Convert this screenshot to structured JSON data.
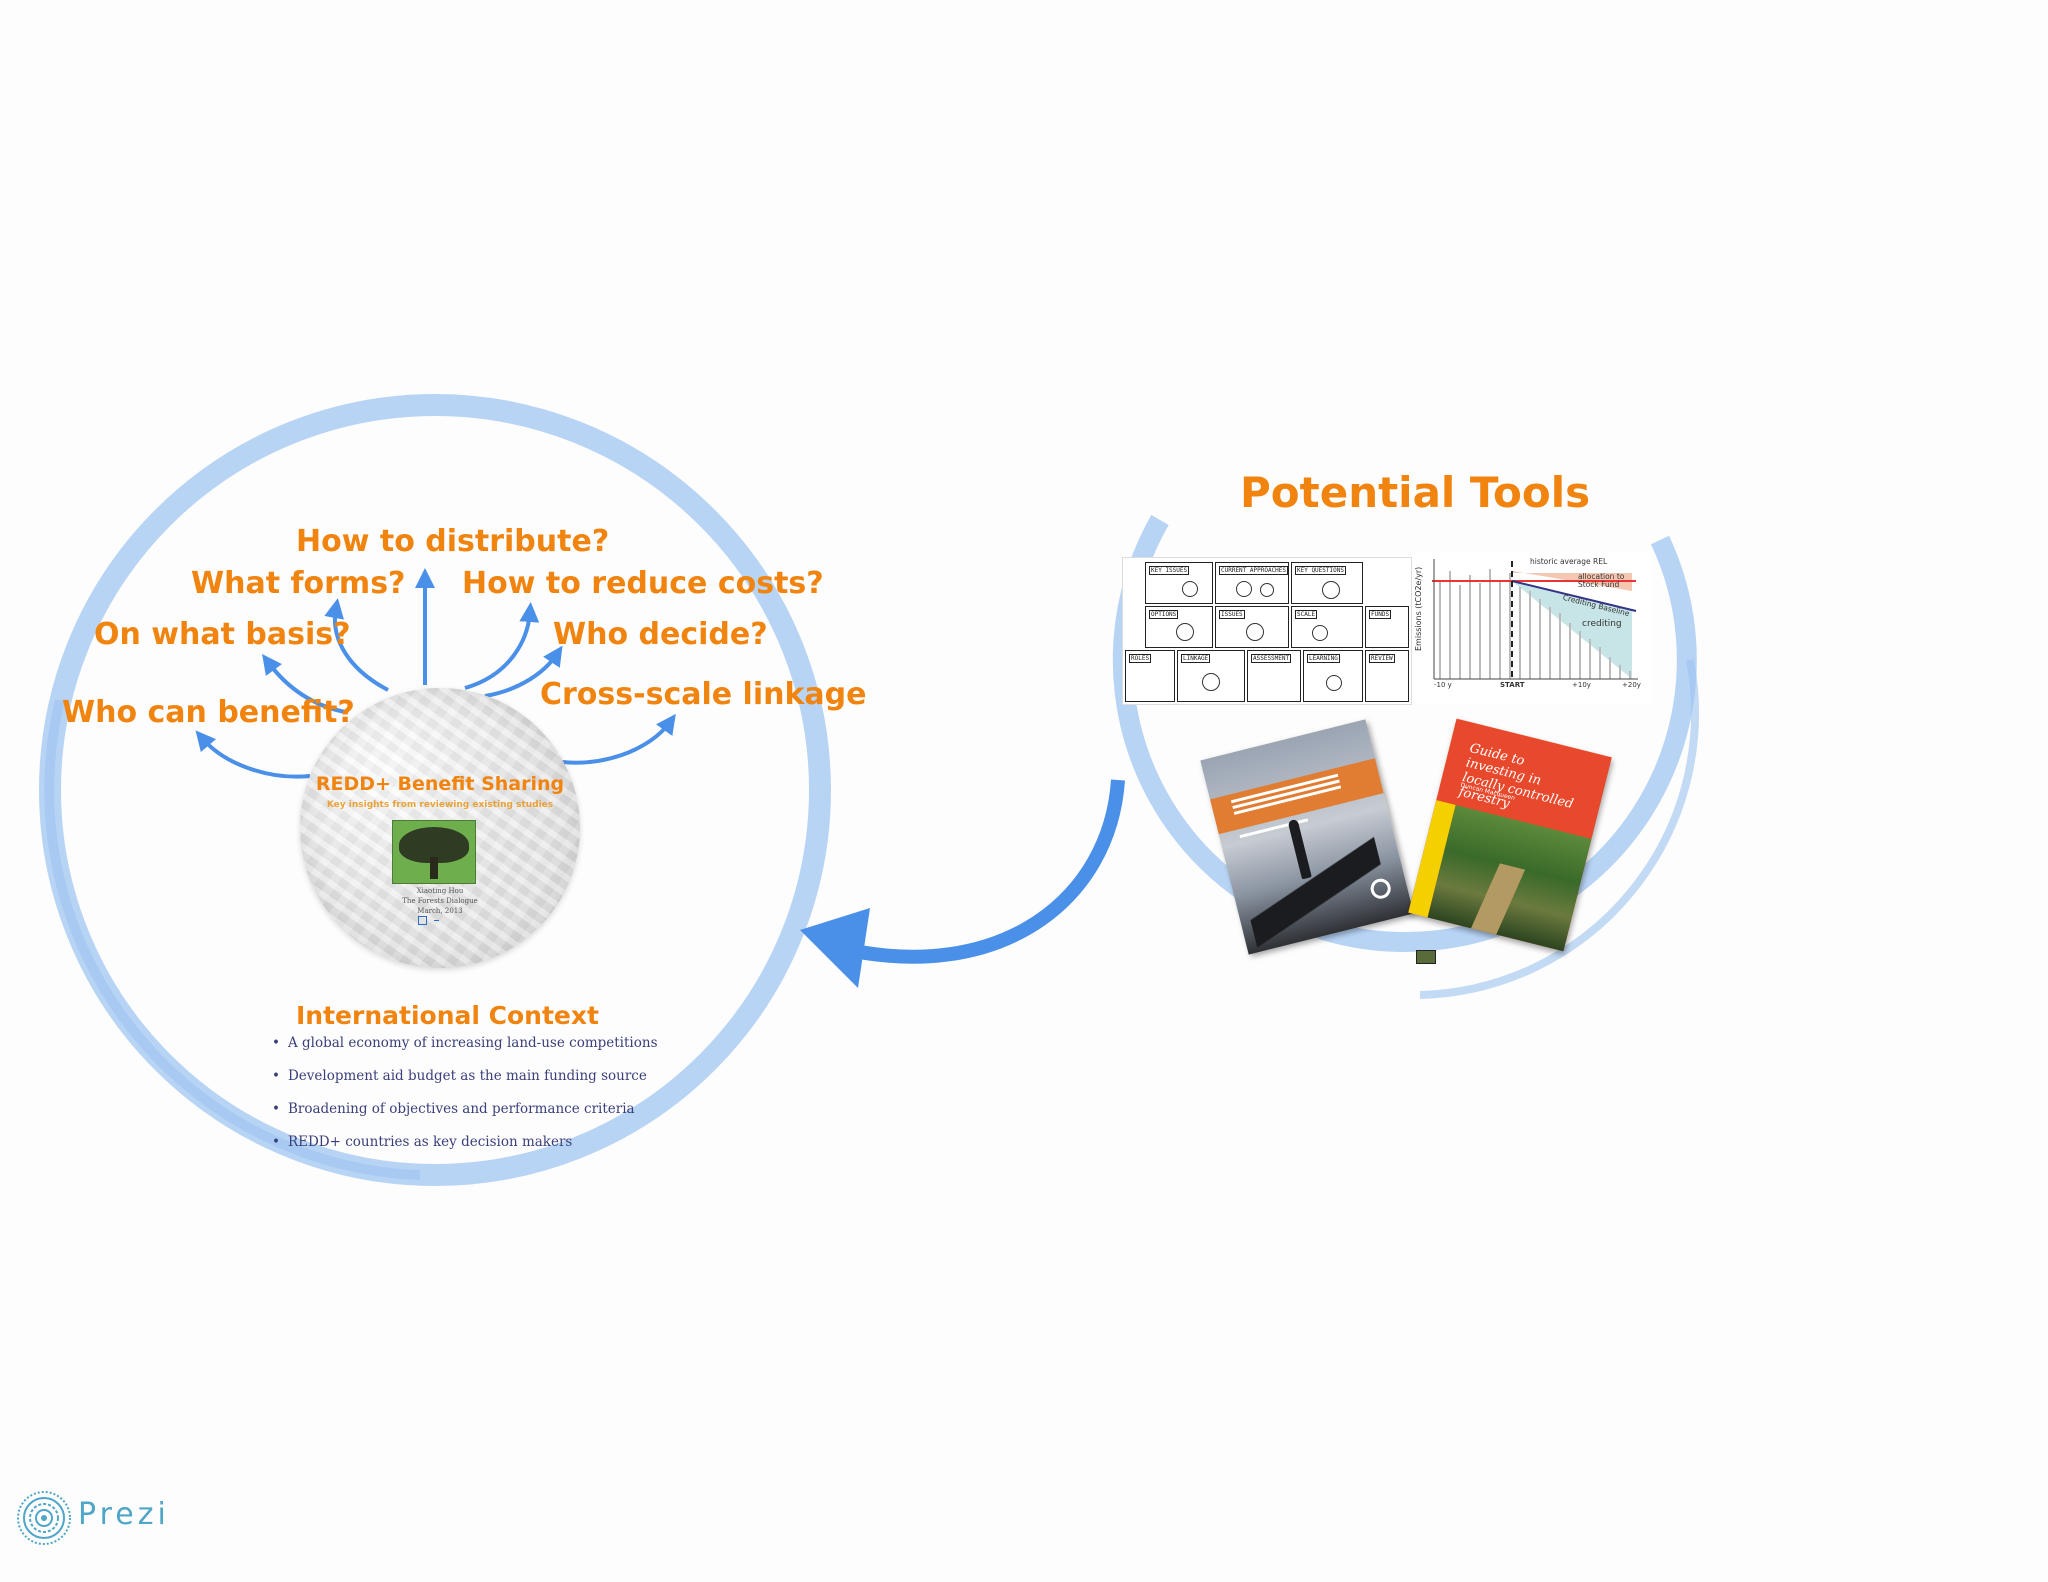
{
  "app": {
    "logo_text": "Prezi",
    "logo_icon": "prezi-logo-icon"
  },
  "colors": {
    "accent_orange": "#f0840f",
    "ring_blue": "#b8d4f5",
    "arrow_blue": "#4a90e8",
    "bullet_navy": "#3a3f7a"
  },
  "left_frame": {
    "questions": [
      "How to distribute?",
      "What forms?",
      "How to reduce costs?",
      "On what basis?",
      "Who decide?",
      "Who can benefit?",
      "Cross-scale linkage"
    ],
    "center_card": {
      "title": "REDD+ Benefit Sharing",
      "subtitle": "Key insights from reviewing existing studies",
      "meta_line1": "Xiaoting Hou",
      "meta_line2": "The Forests Dialogue",
      "meta_line3": "March, 2013"
    },
    "context": {
      "title": "International Context",
      "bullets": [
        "A global economy of increasing land-use competitions",
        "Development aid budget as the main funding source",
        "Broadening of objectives and performance criteria",
        "REDD+ countries as key decision makers"
      ]
    }
  },
  "right_frame": {
    "title": "Potential Tools",
    "storyboard": {
      "panels": [
        "KEY ISSUES",
        "CURRENT APPROACHES",
        "KEY QUESTIONS",
        "OPTIONS",
        "ISSUES",
        "SCALE",
        "FUNDS",
        "ROLES",
        "LINKAGE",
        "ASSESSMENT",
        "LEARNING",
        "REVIEW"
      ]
    },
    "emissions_chart": {
      "ylabel": "Emissions (tCO2e/yr)",
      "annotations": [
        "historic average REL",
        "allocation to Stock Fund",
        "Crediting Baseline",
        "crediting"
      ],
      "x_ticks": [
        "-10 y",
        "START",
        "+10y",
        "+20y"
      ]
    },
    "book2": {
      "title": "Guide to investing in locally controlled forestry",
      "author": "Duncan Macqueen"
    }
  }
}
